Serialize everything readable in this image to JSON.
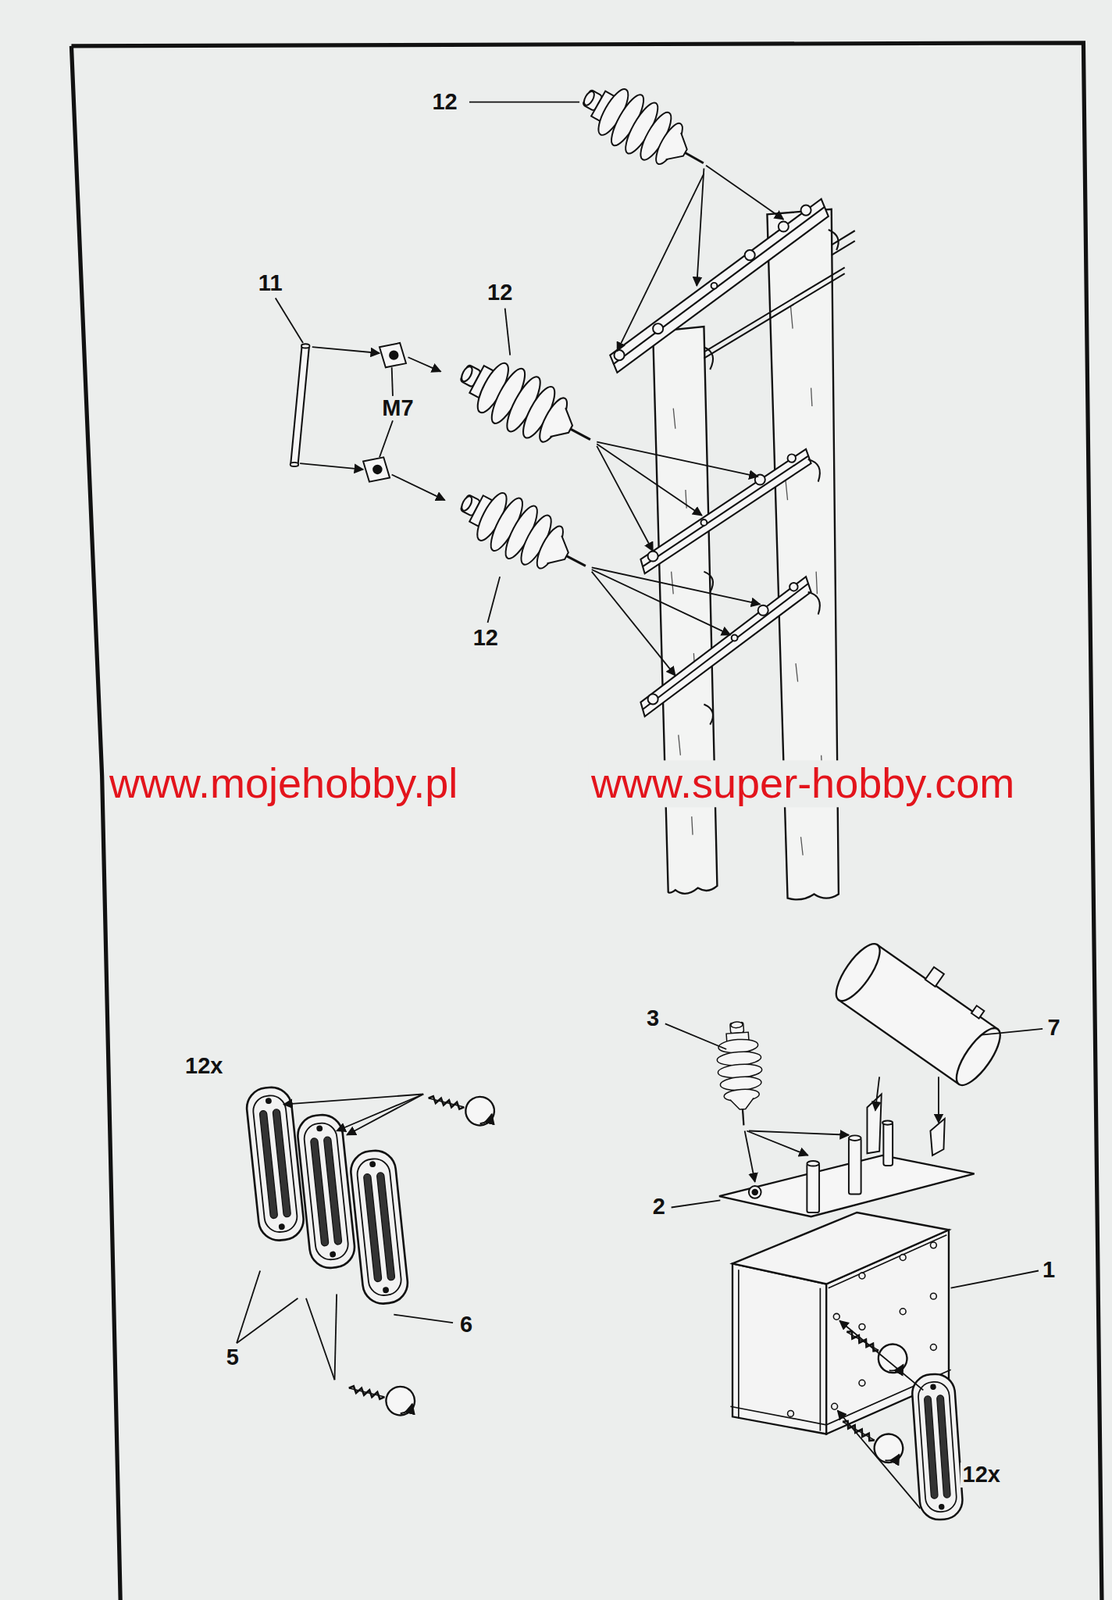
{
  "diagram": {
    "labels": [
      "12",
      "11",
      "12",
      "M7",
      "12",
      "www.mojehobby.pl",
      "www.super-hobby.com",
      "12x",
      "3",
      "7",
      "2",
      "1",
      "5",
      "6",
      "12x"
    ]
  }
}
